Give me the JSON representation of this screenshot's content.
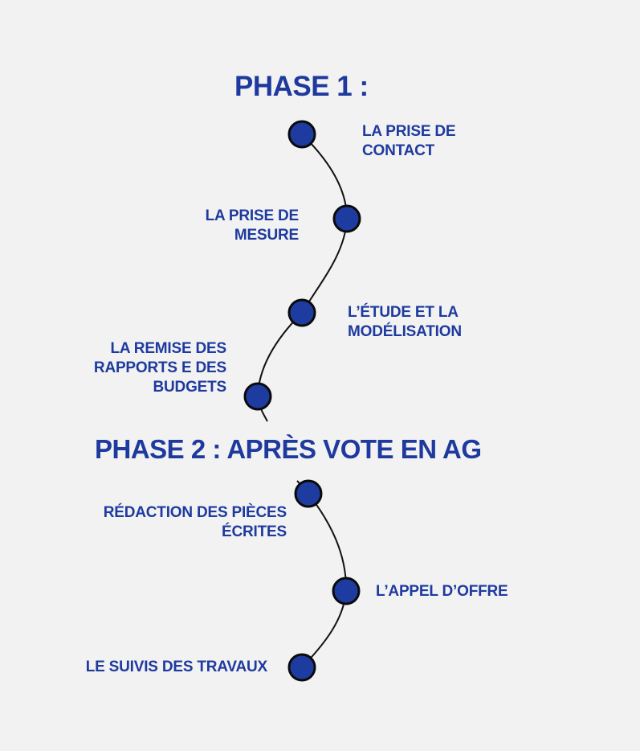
{
  "phase1": {
    "title": "PHASE 1 :",
    "steps": [
      "LA PRISE DE\nCONTACT",
      "LA PRISE DE\nMESURE",
      "L’ÉTUDE ET LA\nMODÉLISATION",
      "LA REMISE DES\nRAPPORTS E DES\nBUDGETS"
    ]
  },
  "phase2": {
    "title": "PHASE 2 : APRÈS VOTE EN AG",
    "steps": [
      "RÉDACTION DES PIÈCES\nÉCRITES",
      "L’APPEL D’OFFRE",
      "LE SUIVIS DES TRAVAUX"
    ]
  },
  "colors": {
    "background": "#f2f2f2",
    "text": "#1e3a9e",
    "node_fill": "#1e3ba0",
    "node_outline": "#0a0a0a",
    "connector": "#111111"
  }
}
